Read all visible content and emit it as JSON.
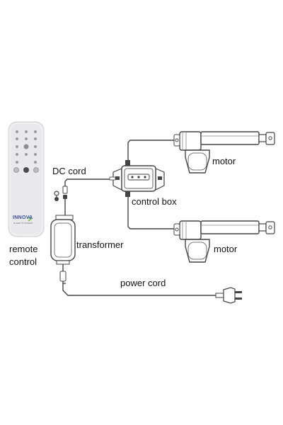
{
  "labels": {
    "dc_cord": "DC cord",
    "motor_top": "motor",
    "control_box": "control box",
    "motor_bottom": "motor",
    "remote_control_line1": "remote",
    "remote_control_line2": "control",
    "transformer": "transformer",
    "power_cord": "power cord"
  },
  "logo": {
    "name": "INNOVA",
    "subtitle": "SLEEP SYSTEMS"
  },
  "icons": {
    "remote": "remote-control-icon",
    "control_box": "control-box-icon",
    "transformer": "transformer-icon",
    "motor": "linear-actuator-motor-icon",
    "plug": "power-plug-icon"
  },
  "colors": {
    "line": "#444444",
    "remote_body": "#e9e9eb",
    "logo_green": "#6fbf3f",
    "logo_blue": "#3a4fa0"
  }
}
